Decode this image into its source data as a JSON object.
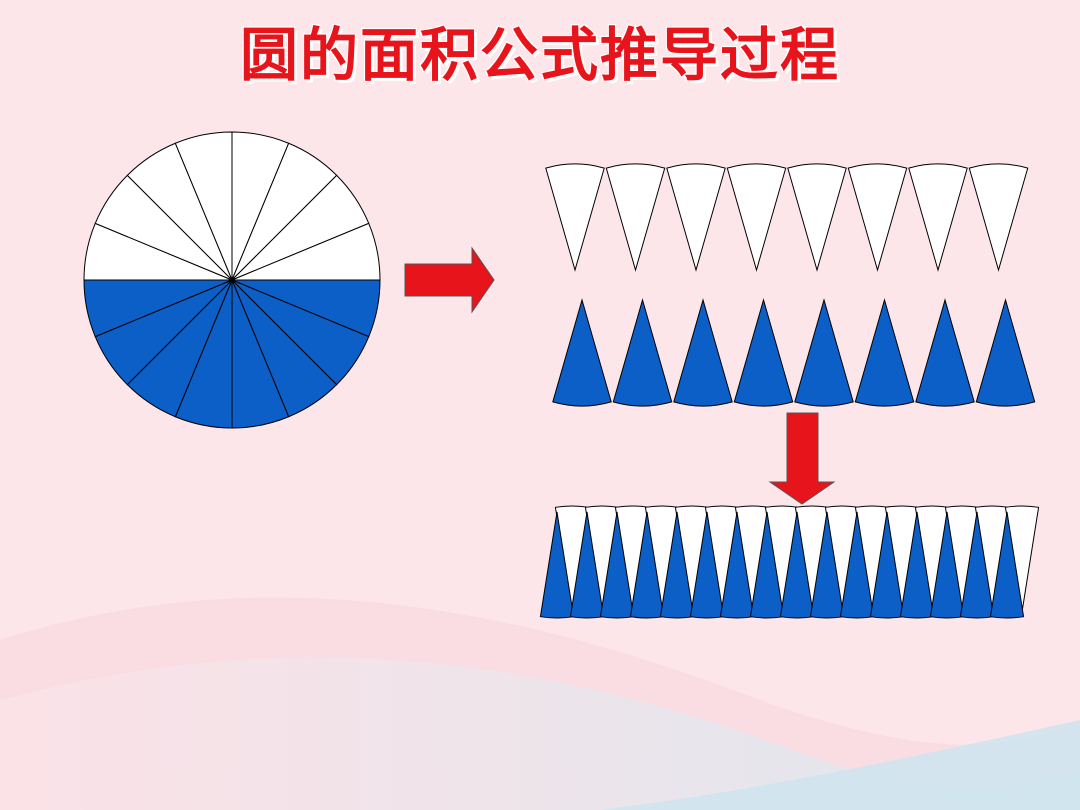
{
  "title": "圆的面积公式推导过程",
  "colors": {
    "background": "#fde6ea",
    "title": "#e8141c",
    "blue": "#0b5fc7",
    "white": "#ffffff",
    "arrow": "#e8141c",
    "outline": "#000000"
  },
  "diagram": {
    "circle_sectors": 16,
    "top_row_white_sectors": 8,
    "middle_row_blue_sectors": 8,
    "rearranged_sectors": 16
  }
}
